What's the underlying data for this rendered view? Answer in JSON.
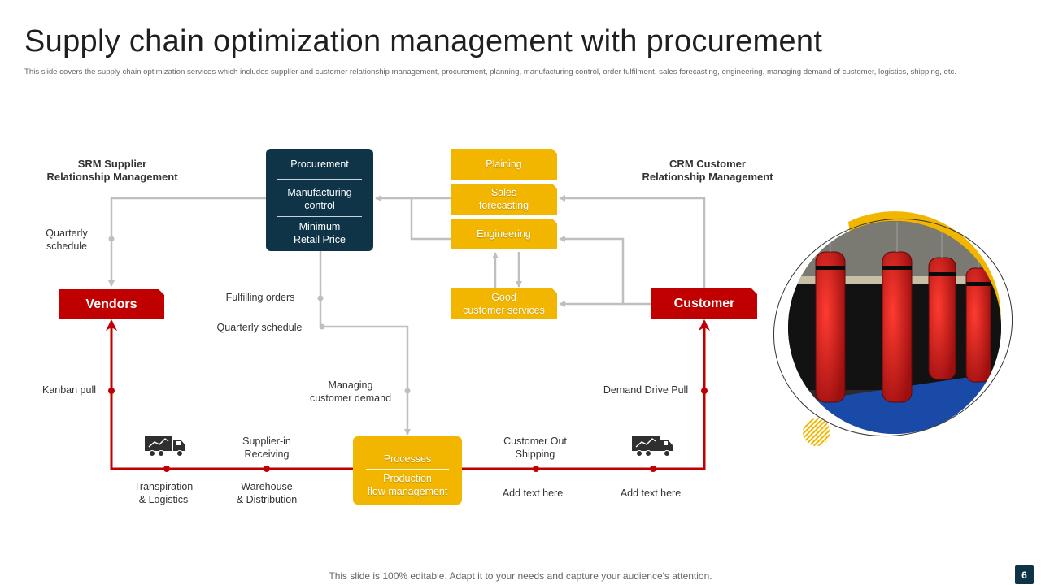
{
  "header": {
    "title": "Supply chain optimization management with procurement",
    "subtitle": "This slide covers the supply chain optimization services which includes supplier and customer relationship management, procurement, planning, manufacturing control, order fulfilment, sales forecasting, engineering, managing demand of customer, logistics, shipping, etc."
  },
  "srm": {
    "line1": "SRM Supplier",
    "line2": "Relationship Management"
  },
  "crm": {
    "line1": "CRM Customer",
    "line2": "Relationship Management"
  },
  "procurement_box": {
    "item1": "Procurement",
    "item2_line1": "Manufacturing",
    "item2_line2": "control",
    "item3_line1": "Minimum",
    "item3_line2": "Retail Price"
  },
  "planning_boxes": {
    "plaining": "Plaining",
    "sales_line1": "Sales",
    "sales_line2": "forecasting",
    "engineering": "Engineering",
    "good_line1": "Good",
    "good_line2": "customer services"
  },
  "vendors": "Vendors",
  "customer": "Customer",
  "labels": {
    "quarterly_schedule_left_1": "Quarterly",
    "quarterly_schedule_left_2": "schedule",
    "fulfilling_orders": "Fulfilling orders",
    "quarterly_schedule": "Quarterly schedule",
    "managing_1": "Managing",
    "managing_2": "customer demand",
    "kanban_pull": "Kanban pull",
    "demand_drive_pull": "Demand Drive  Pull",
    "supplier_in_1": "Supplier-in",
    "supplier_in_2": "Receiving",
    "customer_out_1": "Customer Out",
    "customer_out_2": "Shipping",
    "transpiration_1": "Transpiration",
    "transpiration_2": "& Logistics",
    "warehouse_1": "Warehouse",
    "warehouse_2": "& Distribution",
    "add_text_1": "Add text here",
    "add_text_2": "Add text here"
  },
  "processes_box": {
    "title": "Processes",
    "line1": "Production",
    "line2": "flow management"
  },
  "colors": {
    "navy": "#0f3347",
    "yellow": "#f3b600",
    "red": "#c00000",
    "connector_gray": "#bfbfbf"
  },
  "icons": [
    "truck-icon",
    "truck-icon"
  ],
  "footer": {
    "note": "This slide is 100% editable. Adapt it to your needs and capture your audience's attention.",
    "page": "6"
  }
}
